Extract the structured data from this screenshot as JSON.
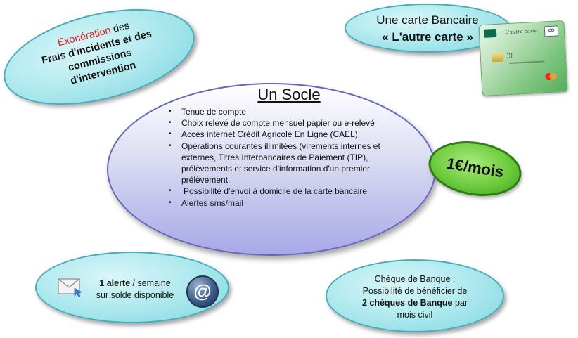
{
  "exoneration": {
    "word": "Exonération",
    "rest_line1": "des",
    "line2": "Frais d'incidents et des",
    "line3": "commissions",
    "line4": "d'intervention"
  },
  "carte": {
    "line1": "Une carte Bancaire",
    "line2": "« L'autre carte »",
    "card_brand": "L'autre carte",
    "card_cb": "CB"
  },
  "socle": {
    "title": "Un Socle",
    "items": [
      "Tenue de compte",
      "Choix relevé de compte mensuel papier ou e-relevé",
      "Accès internet Crédit Agricole En Ligne (CAEL)",
      "Opérations courantes illimitées (virements internes et externes, Titres Interbancaires de Paiement (TIP), prélèvements et service d'information d'un premier prélèvement.",
      "Possibilité d'envoi à domicile de la carte bancaire",
      "Alertes sms/mail"
    ]
  },
  "prix": {
    "label": "1€/mois"
  },
  "alerte": {
    "bold": "1 alerte",
    "rest": " / semaine",
    "line2": "sur solde disponible",
    "at_symbol": "@"
  },
  "cheque": {
    "line1": "Chèque de Banque :",
    "line2": "Possibilité de bénéficier de",
    "line3_bold": "2 chèques de Banque",
    "line3_rest": " par",
    "line4": "mois civil"
  },
  "colors": {
    "teal_fill": "#b7ecf1",
    "socle_fill": "#a7a8e6",
    "prix_fill": "#6dcb3d",
    "exoneration_red": "#e01b1b"
  }
}
